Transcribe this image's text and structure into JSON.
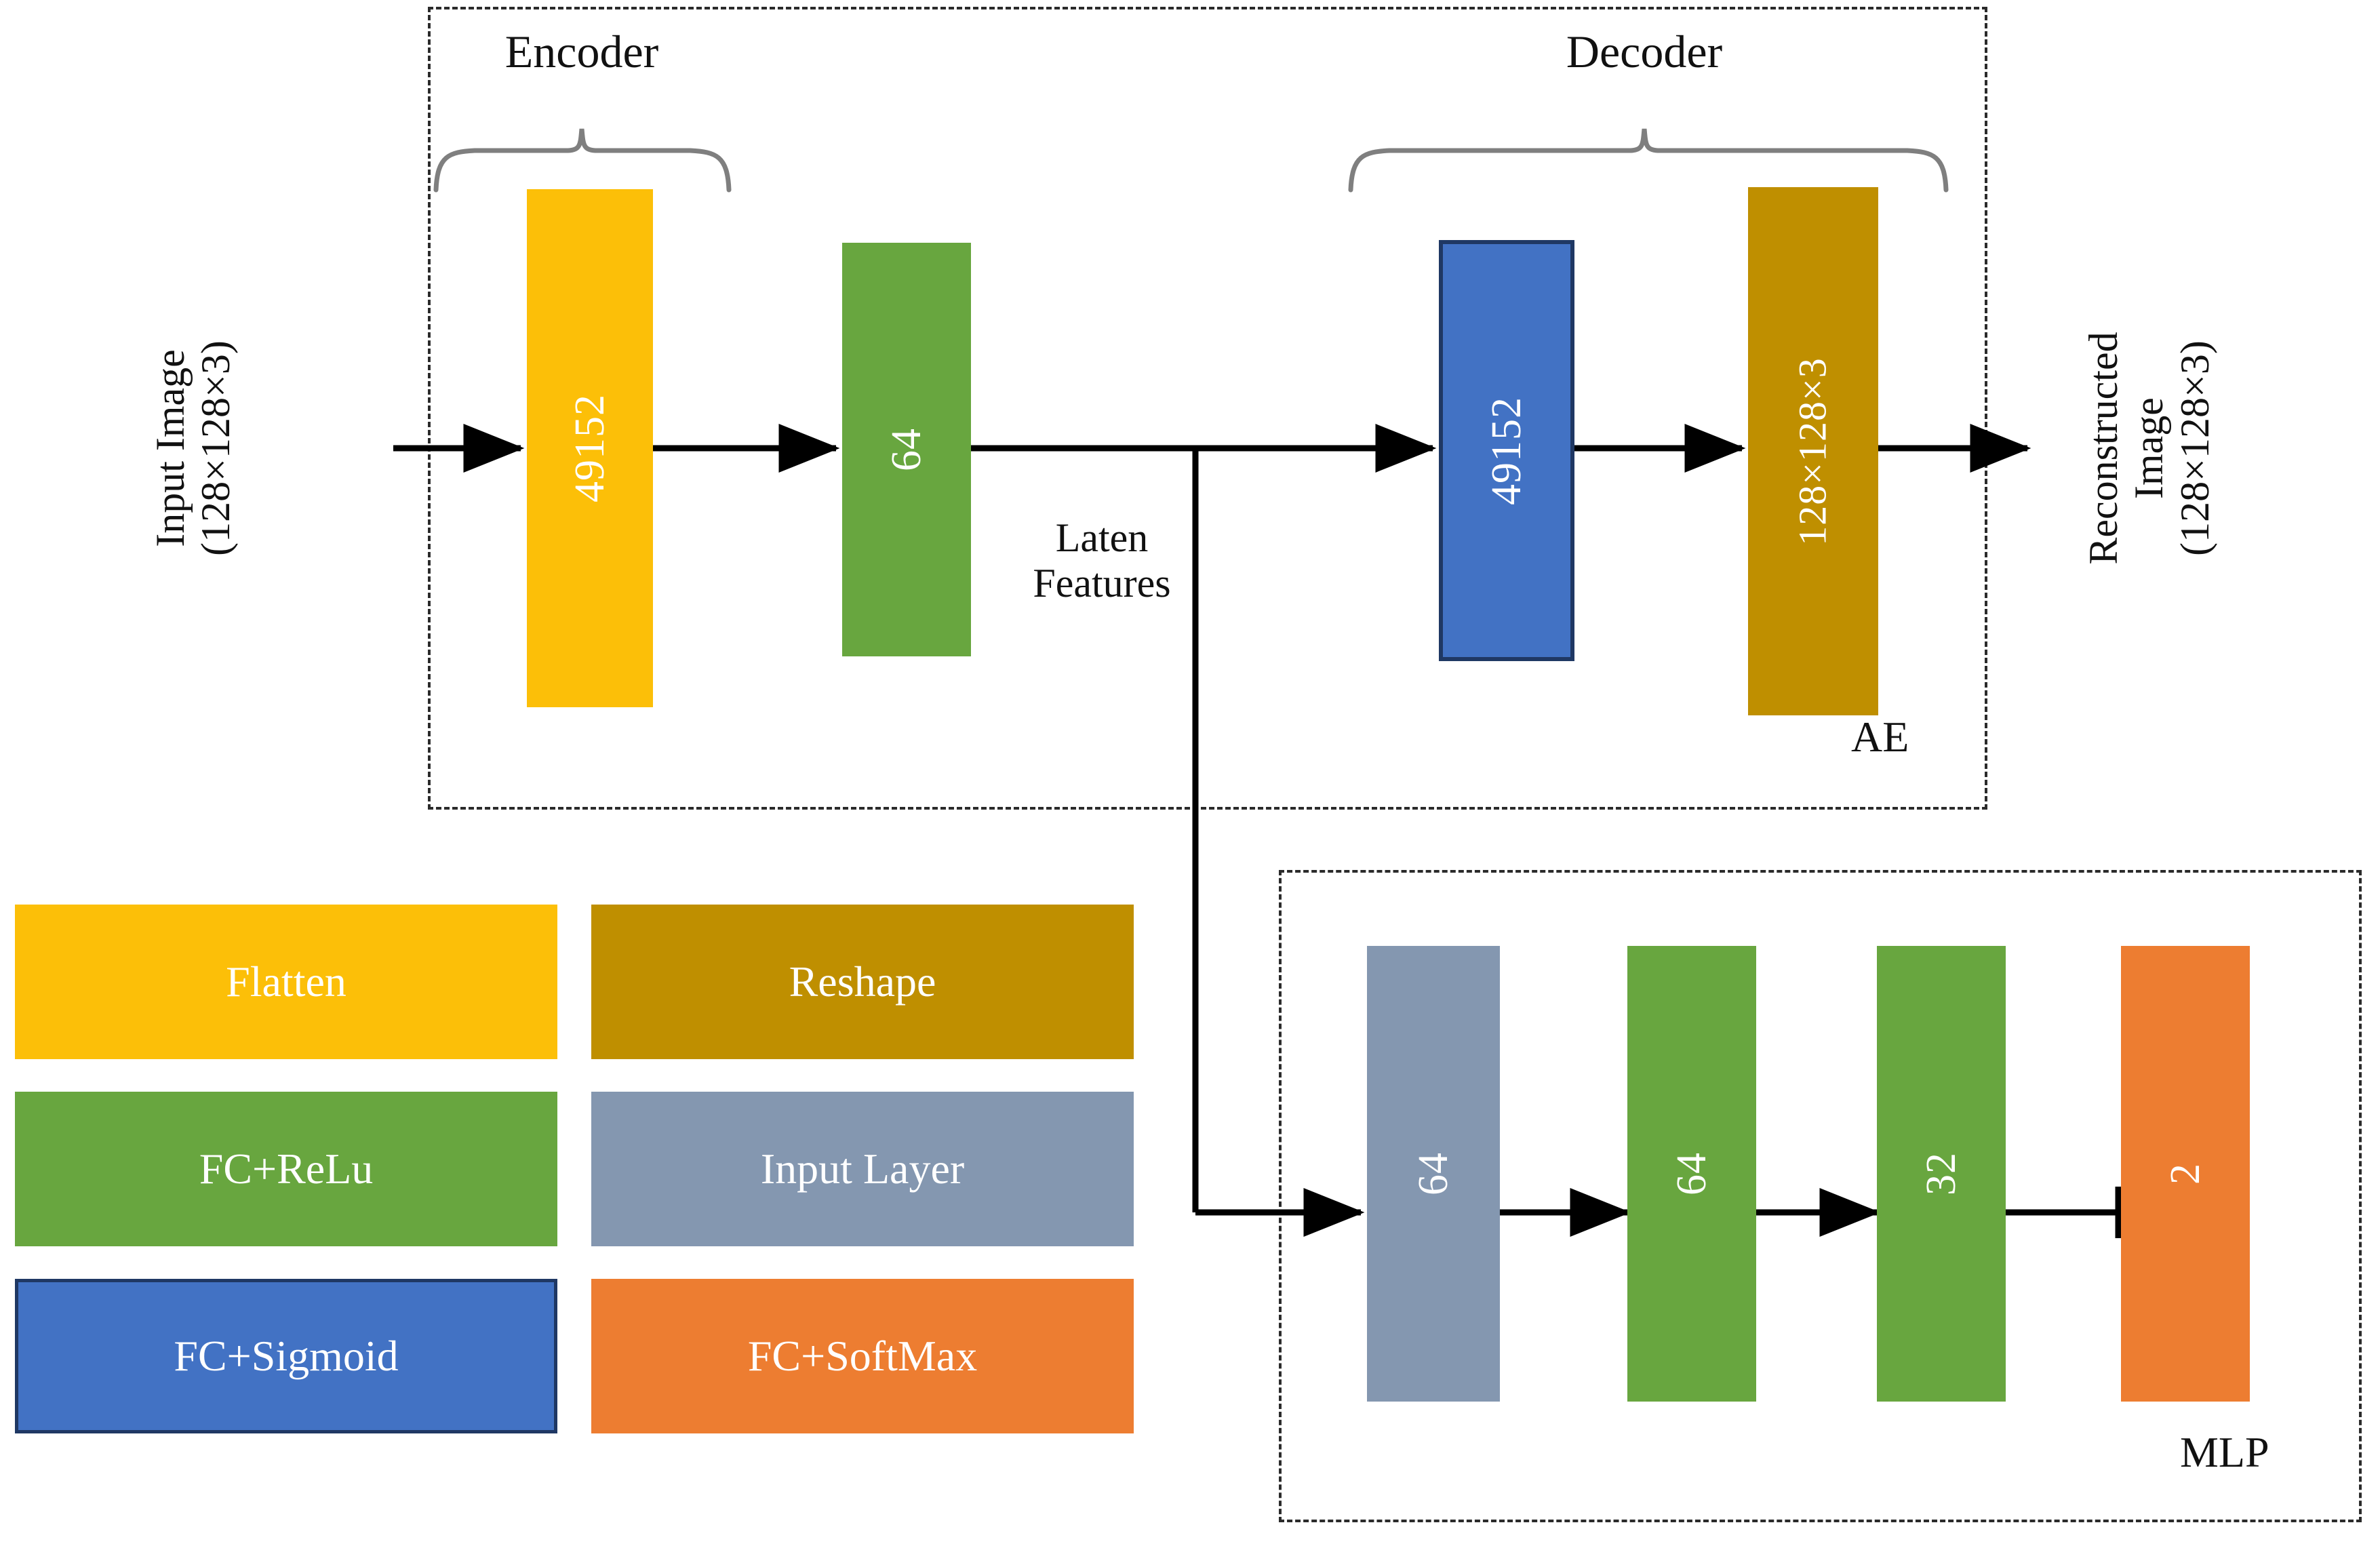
{
  "diagram": {
    "title_groups": {
      "encoder": "Encoder",
      "decoder": "Decoder"
    },
    "containers": [
      {
        "id": "ae",
        "tag": "AE"
      },
      {
        "id": "mlp",
        "tag": "MLP"
      }
    ],
    "io_labels": {
      "input": {
        "line1": "Input Image",
        "line2": "(128×128×3)"
      },
      "latent": {
        "line1": "Laten",
        "line2": "Features"
      },
      "output": {
        "line1": "Reconstructed",
        "line2": "Image",
        "line3": "(128×128×3)"
      }
    },
    "ae_blocks": [
      {
        "name": "flatten-block",
        "label": "49152",
        "type": "Flatten",
        "color": "#FCBF08",
        "bordered": false
      },
      {
        "name": "encoder-fc-block",
        "label": "64",
        "type": "FC+ReLu",
        "color": "#68A63F",
        "bordered": false
      },
      {
        "name": "decoder-fc-block",
        "label": "49152",
        "type": "FC+Sigmoid",
        "color": "#4272C4",
        "bordered": true
      },
      {
        "name": "reshape-block",
        "label": "128×128×3",
        "type": "Reshape",
        "color": "#BF8F00",
        "bordered": false
      }
    ],
    "mlp_blocks": [
      {
        "name": "mlp-input-block",
        "label": "64",
        "type": "Input Layer",
        "color": "#8497B0"
      },
      {
        "name": "mlp-hidden1-block",
        "label": "64",
        "type": "FC+ReLu",
        "color": "#68A63F"
      },
      {
        "name": "mlp-hidden2-block",
        "label": "32",
        "type": "FC+ReLu",
        "color": "#68A63F"
      },
      {
        "name": "mlp-output-block",
        "label": "2",
        "type": "FC+SoftMax",
        "color": "#ED7D31"
      }
    ],
    "legend": {
      "left_column": [
        {
          "name": "legend-flatten",
          "label": "Flatten",
          "color": "#FCBF08",
          "bordered": false
        },
        {
          "name": "legend-fc-relu",
          "label": "FC+ReLu",
          "color": "#68A63F",
          "bordered": false
        },
        {
          "name": "legend-fc-sigmoid",
          "label": "FC+Sigmoid",
          "color": "#4272C4",
          "bordered": true
        }
      ],
      "right_column": [
        {
          "name": "legend-reshape",
          "label": "Reshape",
          "color": "#BF8F00",
          "bordered": false
        },
        {
          "name": "legend-input-layer",
          "label": "Input Layer",
          "color": "#8497B0",
          "bordered": false
        },
        {
          "name": "legend-fc-softmax",
          "label": "FC+SoftMax",
          "color": "#ED7D31",
          "bordered": false
        }
      ]
    },
    "colors": {
      "flatten": "#FCBF08",
      "fc_relu": "#68A63F",
      "fc_sigmoid": "#4272C4",
      "reshape": "#BF8F00",
      "input_layer": "#8497B0",
      "fc_softmax": "#ED7D31",
      "arrow": "#000000",
      "brace": "#7F7F7F",
      "dash_border": "#2B2B2B"
    }
  }
}
